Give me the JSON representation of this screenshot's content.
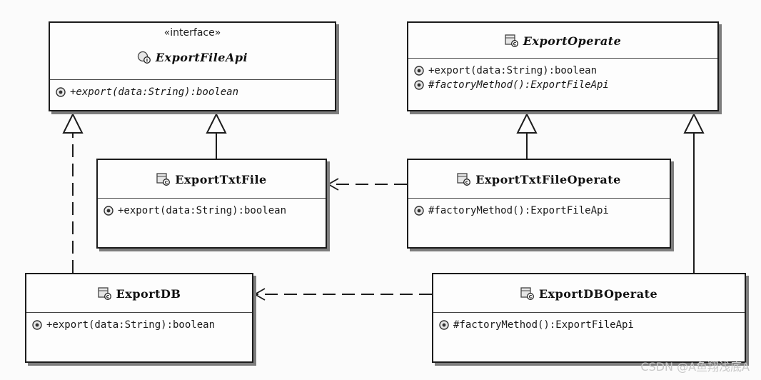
{
  "diagram": {
    "classes": [
      {
        "id": "ExportFileApi",
        "stereotype": "«interface»",
        "name": "ExportFileApi",
        "icon": "interface-icon",
        "abstract": true,
        "members": [
          {
            "text": "+export(data:String):boolean",
            "abstract": true
          }
        ]
      },
      {
        "id": "ExportOperate",
        "name": "ExportOperate",
        "icon": "class-icon",
        "abstract": true,
        "members": [
          {
            "text": "+export(data:String):boolean",
            "abstract": false
          },
          {
            "text": "#factoryMethod():ExportFileApi",
            "abstract": true
          }
        ]
      },
      {
        "id": "ExportTxtFile",
        "name": "ExportTxtFile",
        "icon": "class-icon",
        "abstract": false,
        "members": [
          {
            "text": "+export(data:String):boolean",
            "abstract": false
          }
        ]
      },
      {
        "id": "ExportTxtFileOperate",
        "name": "ExportTxtFileOperate",
        "icon": "class-icon",
        "abstract": false,
        "members": [
          {
            "text": "#factoryMethod():ExportFileApi",
            "abstract": false
          }
        ]
      },
      {
        "id": "ExportDB",
        "name": "ExportDB",
        "icon": "class-icon",
        "abstract": false,
        "members": [
          {
            "text": "+export(data:String):boolean",
            "abstract": false
          }
        ]
      },
      {
        "id": "ExportDBOperate",
        "name": "ExportDBOperate",
        "icon": "class-icon",
        "abstract": false,
        "members": [
          {
            "text": "#factoryMethod():ExportFileApi",
            "abstract": false
          }
        ]
      }
    ],
    "relations": [
      {
        "from": "ExportTxtFile",
        "to": "ExportFileApi",
        "type": "realization"
      },
      {
        "from": "ExportDB",
        "to": "ExportFileApi",
        "type": "realization"
      },
      {
        "from": "ExportTxtFileOperate",
        "to": "ExportOperate",
        "type": "generalization"
      },
      {
        "from": "ExportDBOperate",
        "to": "ExportOperate",
        "type": "generalization"
      },
      {
        "from": "ExportTxtFileOperate",
        "to": "ExportTxtFile",
        "type": "dependency"
      },
      {
        "from": "ExportDBOperate",
        "to": "ExportDB",
        "type": "dependency"
      }
    ],
    "colors": {
      "line": "#1c1c1c",
      "shadow": "#7d7d7d",
      "background": "#fbfbfb"
    }
  },
  "watermark": "CSDN @A鱼翔浅底A"
}
